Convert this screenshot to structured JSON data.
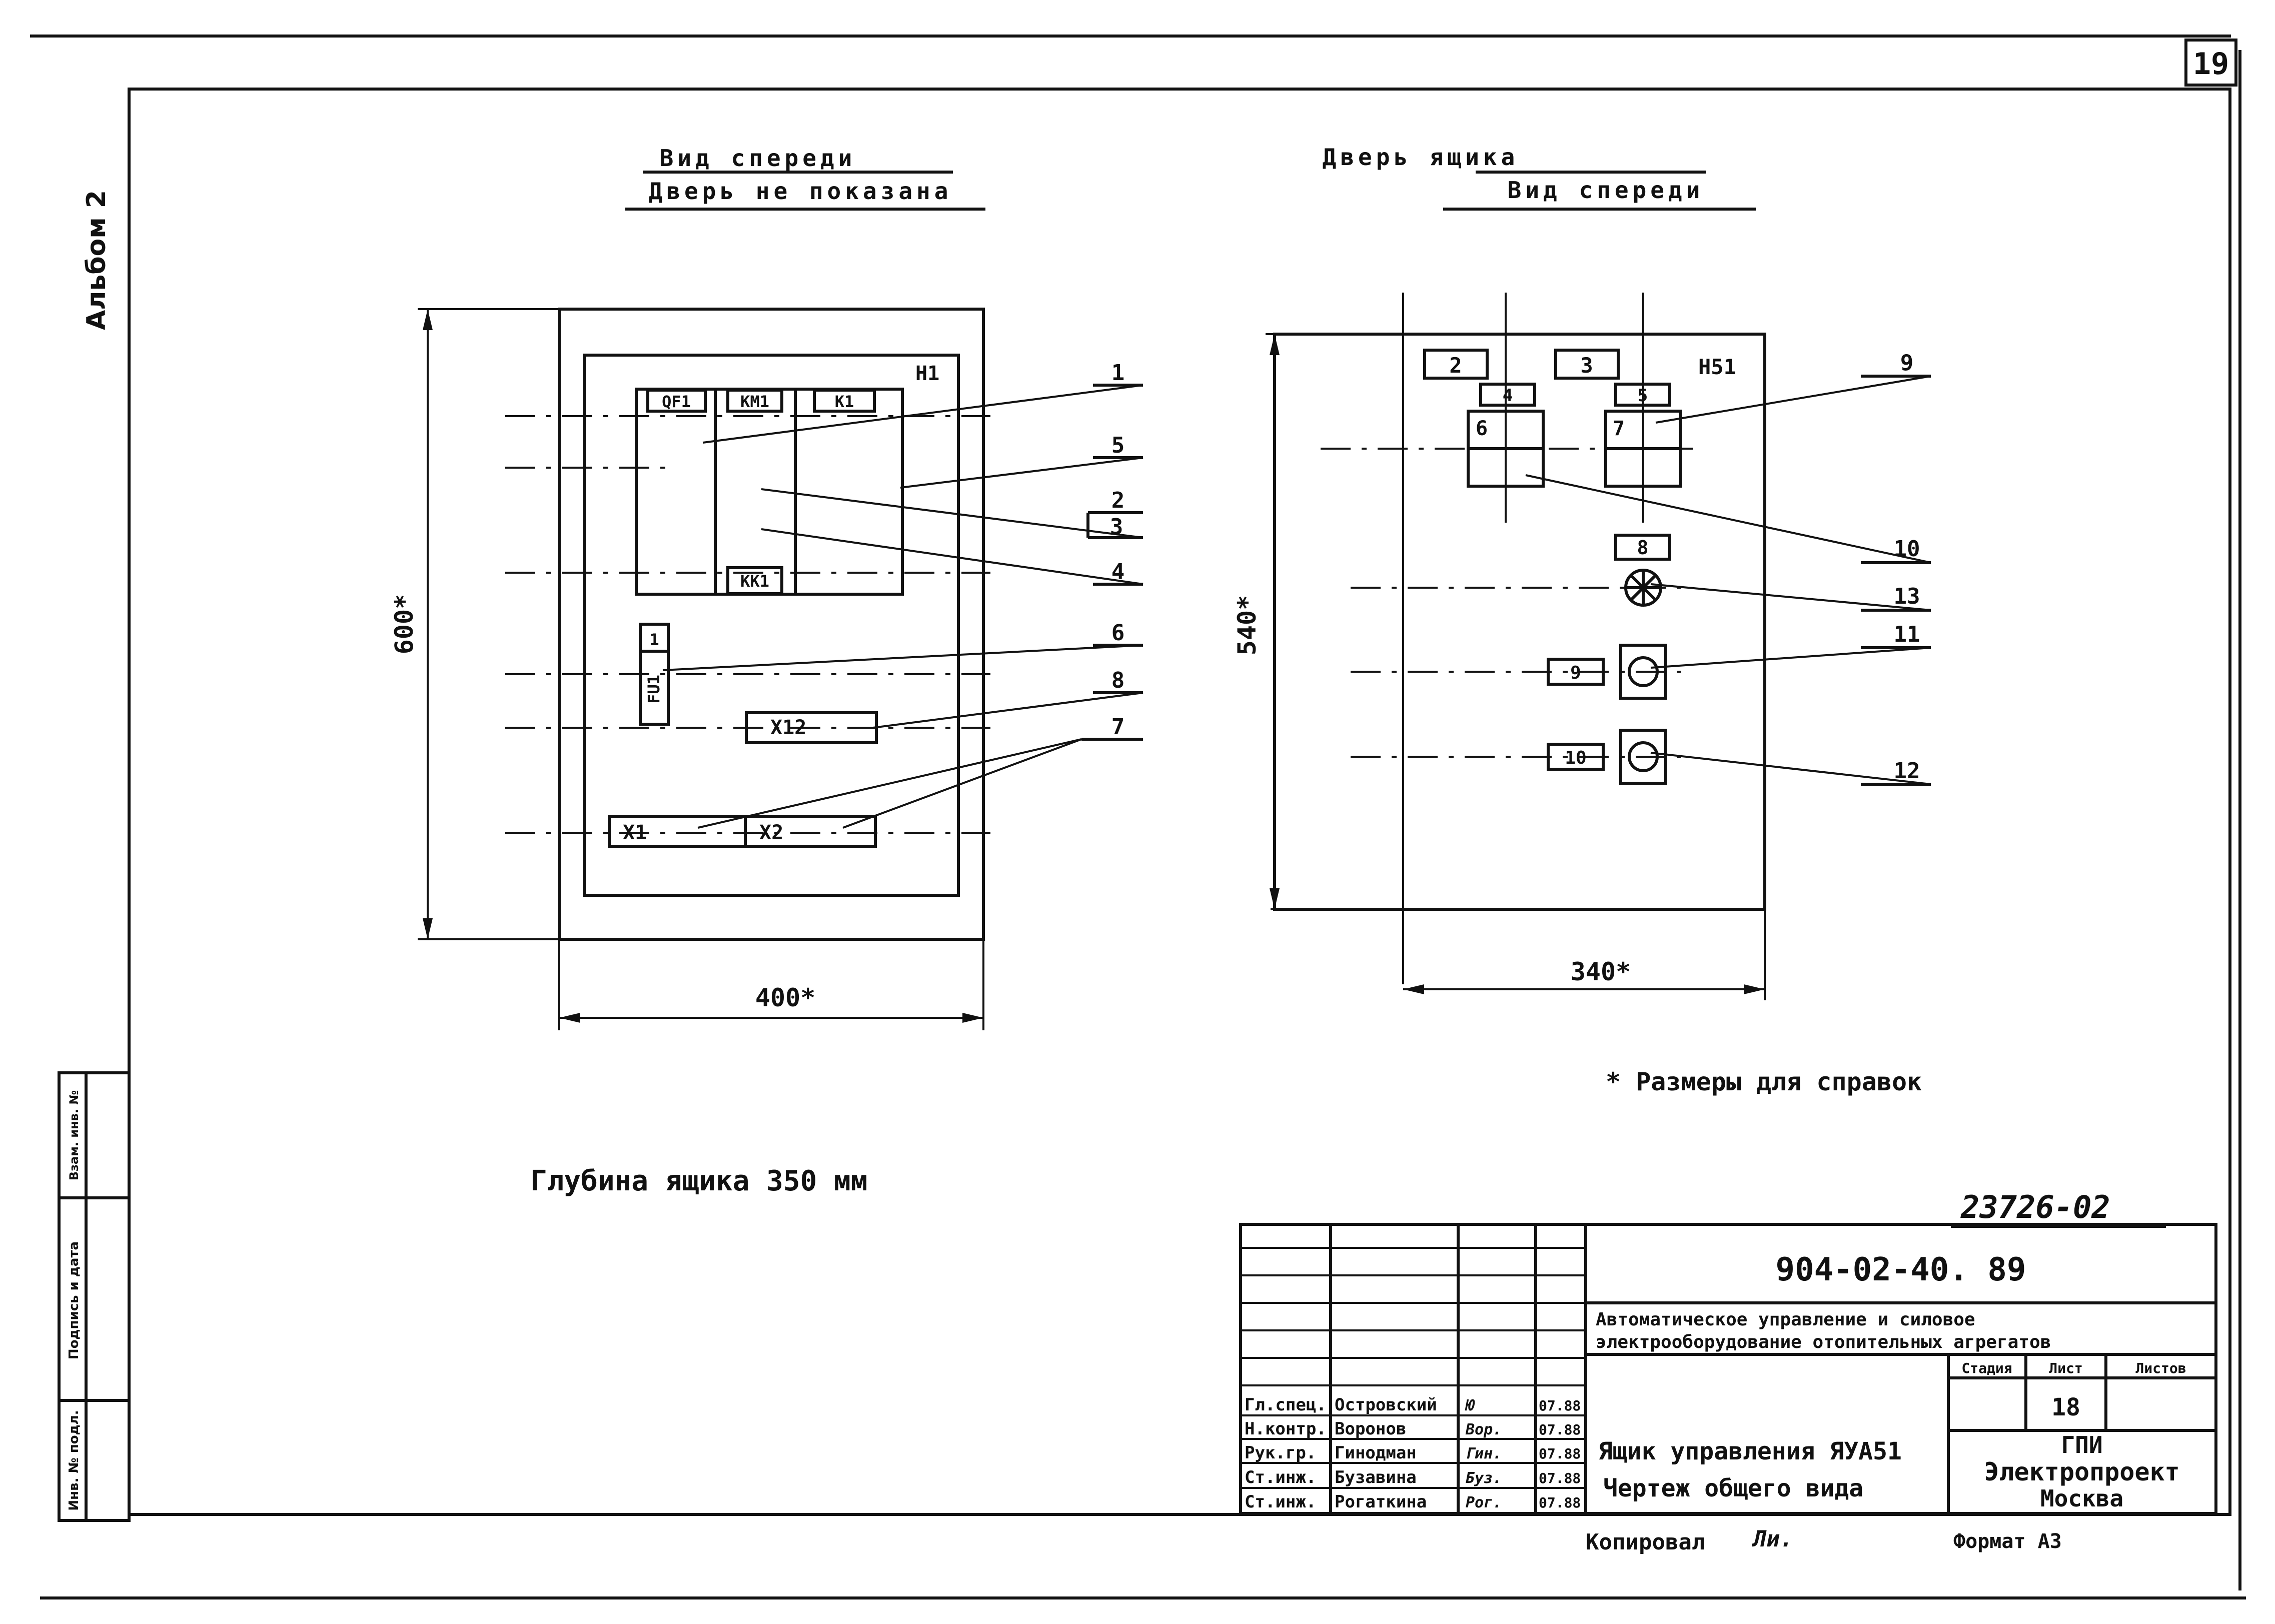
{
  "sheet": {
    "page_number": "19",
    "album_label": "Альбом 2",
    "copied_label": "Копировал",
    "copied_sign": "Ли.",
    "format_label": "Формат А3",
    "archive_number": "23726-02"
  },
  "front_view": {
    "title1": "Вид спереди",
    "title2": "Дверь не показана",
    "marker_h1": "Н1",
    "parts": {
      "qf1": "QF1",
      "km1": "KM1",
      "k1": "K1",
      "kk1": "KK1",
      "fu1": "FU1",
      "fu1_num": "1",
      "x12": "X12",
      "x1": "X1",
      "x2": "X2"
    },
    "callouts": {
      "c1": "1",
      "c5": "5",
      "c2": "2",
      "c3": "3",
      "c4": "4",
      "c6": "6",
      "c8": "8",
      "c7": "7"
    },
    "dim_height": "600*",
    "dim_width": "400*"
  },
  "door_view": {
    "title1": "Дверь ящика",
    "title2": "Вид спереди",
    "marker_h51": "Н51",
    "boxes": {
      "b2": "2",
      "b3": "3",
      "b4": "4",
      "b5": "5",
      "b6": "6",
      "b7": "7",
      "b8": "8",
      "b9": "9",
      "b10": "10"
    },
    "callouts": {
      "c9": "9",
      "c10": "10",
      "c13": "13",
      "c11": "11",
      "c12": "12"
    },
    "dim_height": "540*",
    "dim_width": "340*"
  },
  "notes": {
    "reference_note": "* Размеры для справок",
    "depth_note": "Глубина ящика 350 мм"
  },
  "left_strip": {
    "f1": "Инв. № подл.",
    "f2": "Подпись и дата",
    "f3": "Взам. инв. №"
  },
  "title_block": {
    "doc_code": "904-02-40. 89",
    "project_line1": "Автоматическое управление и силовое",
    "project_line2": "электрооборудование отопительных агрегатов",
    "stage_label": "Стадия",
    "sheet_label": "Лист",
    "sheets_label": "Листов",
    "sheet_value": "18",
    "drawing_line1": "Ящик управления ЯУА51",
    "drawing_line2": "Чертеж общего вида",
    "org_line1": "ГПИ",
    "org_line2": "Электропроект",
    "org_line3": "Москва",
    "signers": [
      {
        "role": "Гл.спец.",
        "name": "Островский",
        "sign": "Ю",
        "date": "07.88"
      },
      {
        "role": "Н.контр.",
        "name": "Воронов",
        "sign": "Вор.",
        "date": "07.88"
      },
      {
        "role": "Рук.гр.",
        "name": "Гинодман",
        "sign": "Гин.",
        "date": "07.88"
      },
      {
        "role": "Ст.инж.",
        "name": "Бузавина",
        "sign": "Буз.",
        "date": "07.88"
      },
      {
        "role": "Ст.инж.",
        "name": "Рогаткина",
        "sign": "Рог.",
        "date": "07.88"
      }
    ]
  },
  "colors": {
    "ink": "#111111",
    "paper": "#ffffff"
  }
}
